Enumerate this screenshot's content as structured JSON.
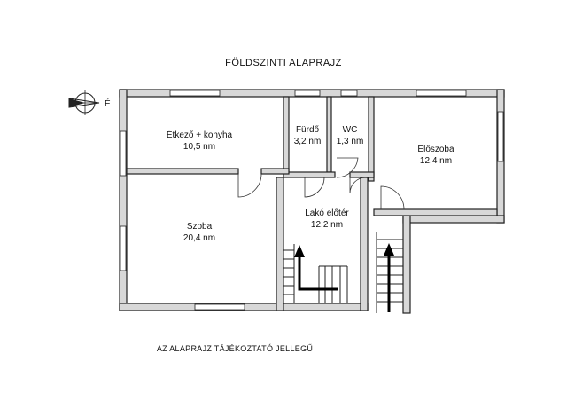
{
  "title": "FÖLDSZINTI ALAPRAJZ",
  "note": "AZ ALAPRAJZ TÁJÉKOZTATÓ JELLEGŰ",
  "compass": {
    "label": "É",
    "icon": "north-arrow-icon"
  },
  "rooms": [
    {
      "name": "Étkező + konyha",
      "area": "10,5 nm"
    },
    {
      "name": "Fürdő",
      "area": "3,2 nm"
    },
    {
      "name": "WC",
      "area": "1,3 nm"
    },
    {
      "name": "Előszoba",
      "area": "12,4 nm"
    },
    {
      "name": "Lakó előtér",
      "area": "12,2 nm"
    },
    {
      "name": "Szoba",
      "area": "20,4 nm"
    }
  ],
  "colors": {
    "wall_fill": "#d8d8d8",
    "line": "#222222",
    "arrow": "#000000"
  }
}
